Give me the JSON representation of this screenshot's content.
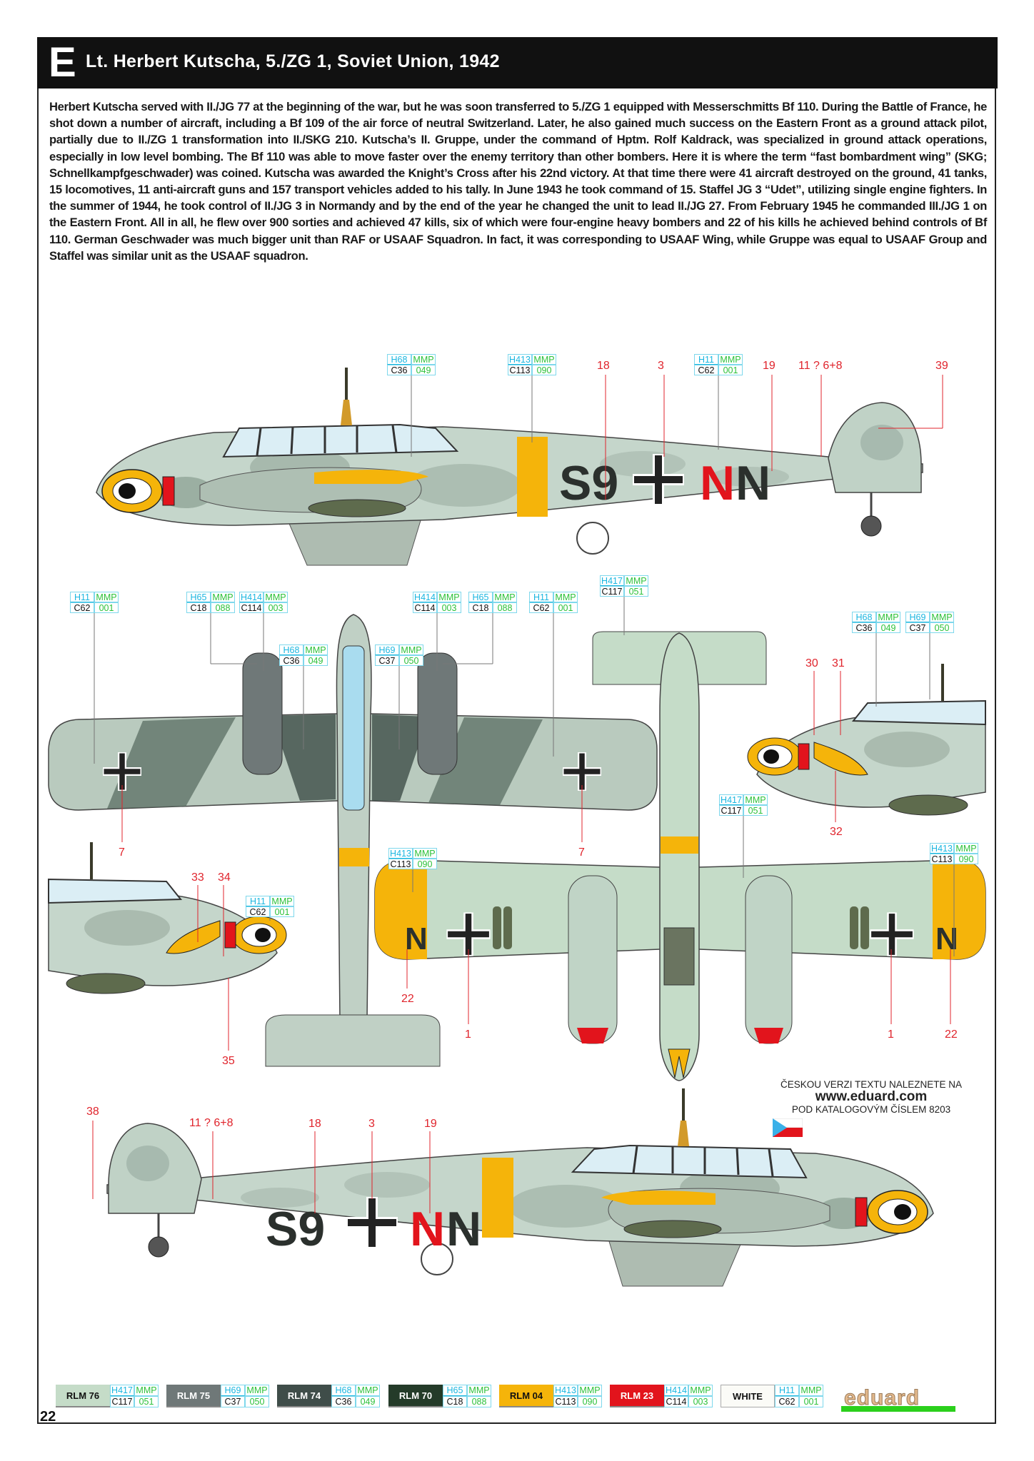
{
  "header": {
    "profile_letter": "E",
    "title": "Lt. Herbert Kutscha, 5./ZG 1, Soviet Union, 1942"
  },
  "bio": "Herbert Kutscha served with II./JG 77 at the beginning of the war, but he was soon transferred to 5./ZG 1 equipped with Messerschmitts Bf 110. During the Battle of France, he shot down a number of aircraft, including a Bf 109 of the air force of neutral Switzerland. Later, he also gained much success on the Eastern Front as a ground attack pilot, partially due to II./ZG 1 transformation into II./SKG 210. Kutscha’s II. Gruppe, under the command of Hptm. Rolf Kaldrack, was specialized in ground attack operations, especially in low level bombing. The Bf 110 was able to move faster over the enemy territory than other bombers. Here it is where the term “fast bombardment wing” (SKG; Schnellkampfgeschwader) was coined. Kutscha was awarded the Knight’s Cross after his 22nd victory. At that time there were 41 aircraft destroyed on the ground, 41 tanks, 15 locomotives, 11 anti-aircraft guns and 157 transport vehicles added to his tally. In June 1943 he took command of 15. Staffel JG 3 “Udet”, utilizing single engine fighters. In the summer of 1944, he took control of II./JG 3 in Normandy and by the end of the year he changed the unit to lead II./JG 27. From February 1945 he commanded III./JG 1 on the Eastern Front. All in all, he flew over 900 sorties and achieved 47 kills, six of which were four-engine heavy bombers and 22 of his kills he achieved behind controls of Bf 110. German Geschwader was much bigger unit than RAF or USAAF Squadron. In fact, it was corresponding to USAAF Wing, while Gruppe was equal to USAAF Group and Staffel was similar unit as the USAAF squadron.",
  "labels": {
    "mmp": "MMP"
  },
  "markings": {
    "code_left": "S9",
    "code_n1": "N",
    "code_n2": "N",
    "wing_letter": "N"
  },
  "callouts": [
    {
      "h": "H68",
      "c": "C36",
      "n": "049"
    },
    {
      "h": "H413",
      "c": "C113",
      "n": "090"
    },
    {
      "h": "H11",
      "c": "C62",
      "n": "001"
    },
    {
      "h": "H11",
      "c": "C62",
      "n": "001"
    },
    {
      "h": "H65",
      "c": "C18",
      "n": "088"
    },
    {
      "h": "H414",
      "c": "C114",
      "n": "003"
    },
    {
      "h": "H68",
      "c": "C36",
      "n": "049"
    },
    {
      "h": "H69",
      "c": "C37",
      "n": "050"
    },
    {
      "h": "H414",
      "c": "C114",
      "n": "003"
    },
    {
      "h": "H65",
      "c": "C18",
      "n": "088"
    },
    {
      "h": "H11",
      "c": "C62",
      "n": "001"
    },
    {
      "h": "H417",
      "c": "C117",
      "n": "051"
    },
    {
      "h": "H68",
      "c": "C36",
      "n": "049"
    },
    {
      "h": "H69",
      "c": "C37",
      "n": "050"
    },
    {
      "h": "H417",
      "c": "C117",
      "n": "051"
    },
    {
      "h": "H413",
      "c": "C113",
      "n": "090"
    },
    {
      "h": "H413",
      "c": "C113",
      "n": "090"
    },
    {
      "h": "H11",
      "c": "C62",
      "n": "001"
    }
  ],
  "stencil_numbers": [
    "18",
    "3",
    "19",
    "11 ? 6+8",
    "39",
    "30",
    "31",
    "32",
    "7",
    "7",
    "33",
    "34",
    "22",
    "35",
    "1",
    "1",
    "22",
    "38",
    "11 ? 6+8",
    "18",
    "3",
    "19"
  ],
  "czech_note": {
    "line1": "ČESKOU VERZI TEXTU NALEZNETE NA",
    "line2": "www.eduard.com",
    "line3": "POD KATALOGOVÝM ČÍSLEM 8203"
  },
  "legend": [
    {
      "name": "RLM 76",
      "color": "#c5dcc8",
      "text": "#111",
      "h": "H417",
      "c": "C117",
      "n": "051"
    },
    {
      "name": "RLM 75",
      "color": "#6f7878",
      "text": "#fff",
      "h": "H69",
      "c": "C37",
      "n": "050"
    },
    {
      "name": "RLM 74",
      "color": "#3f4d49",
      "text": "#fff",
      "h": "H68",
      "c": "C36",
      "n": "049"
    },
    {
      "name": "RLM 70",
      "color": "#243b29",
      "text": "#fff",
      "h": "H65",
      "c": "C18",
      "n": "088"
    },
    {
      "name": "RLM 04",
      "color": "#f5b40a",
      "text": "#111",
      "h": "H413",
      "c": "C113",
      "n": "090"
    },
    {
      "name": "RLM 23",
      "color": "#e2141c",
      "text": "#fff",
      "h": "H414",
      "c": "C114",
      "n": "003"
    },
    {
      "name": "WHITE",
      "color": "#fbfbf7",
      "text": "#111",
      "h": "H11",
      "c": "C62",
      "n": "001"
    }
  ],
  "page_number": "22",
  "logo": "eduard"
}
